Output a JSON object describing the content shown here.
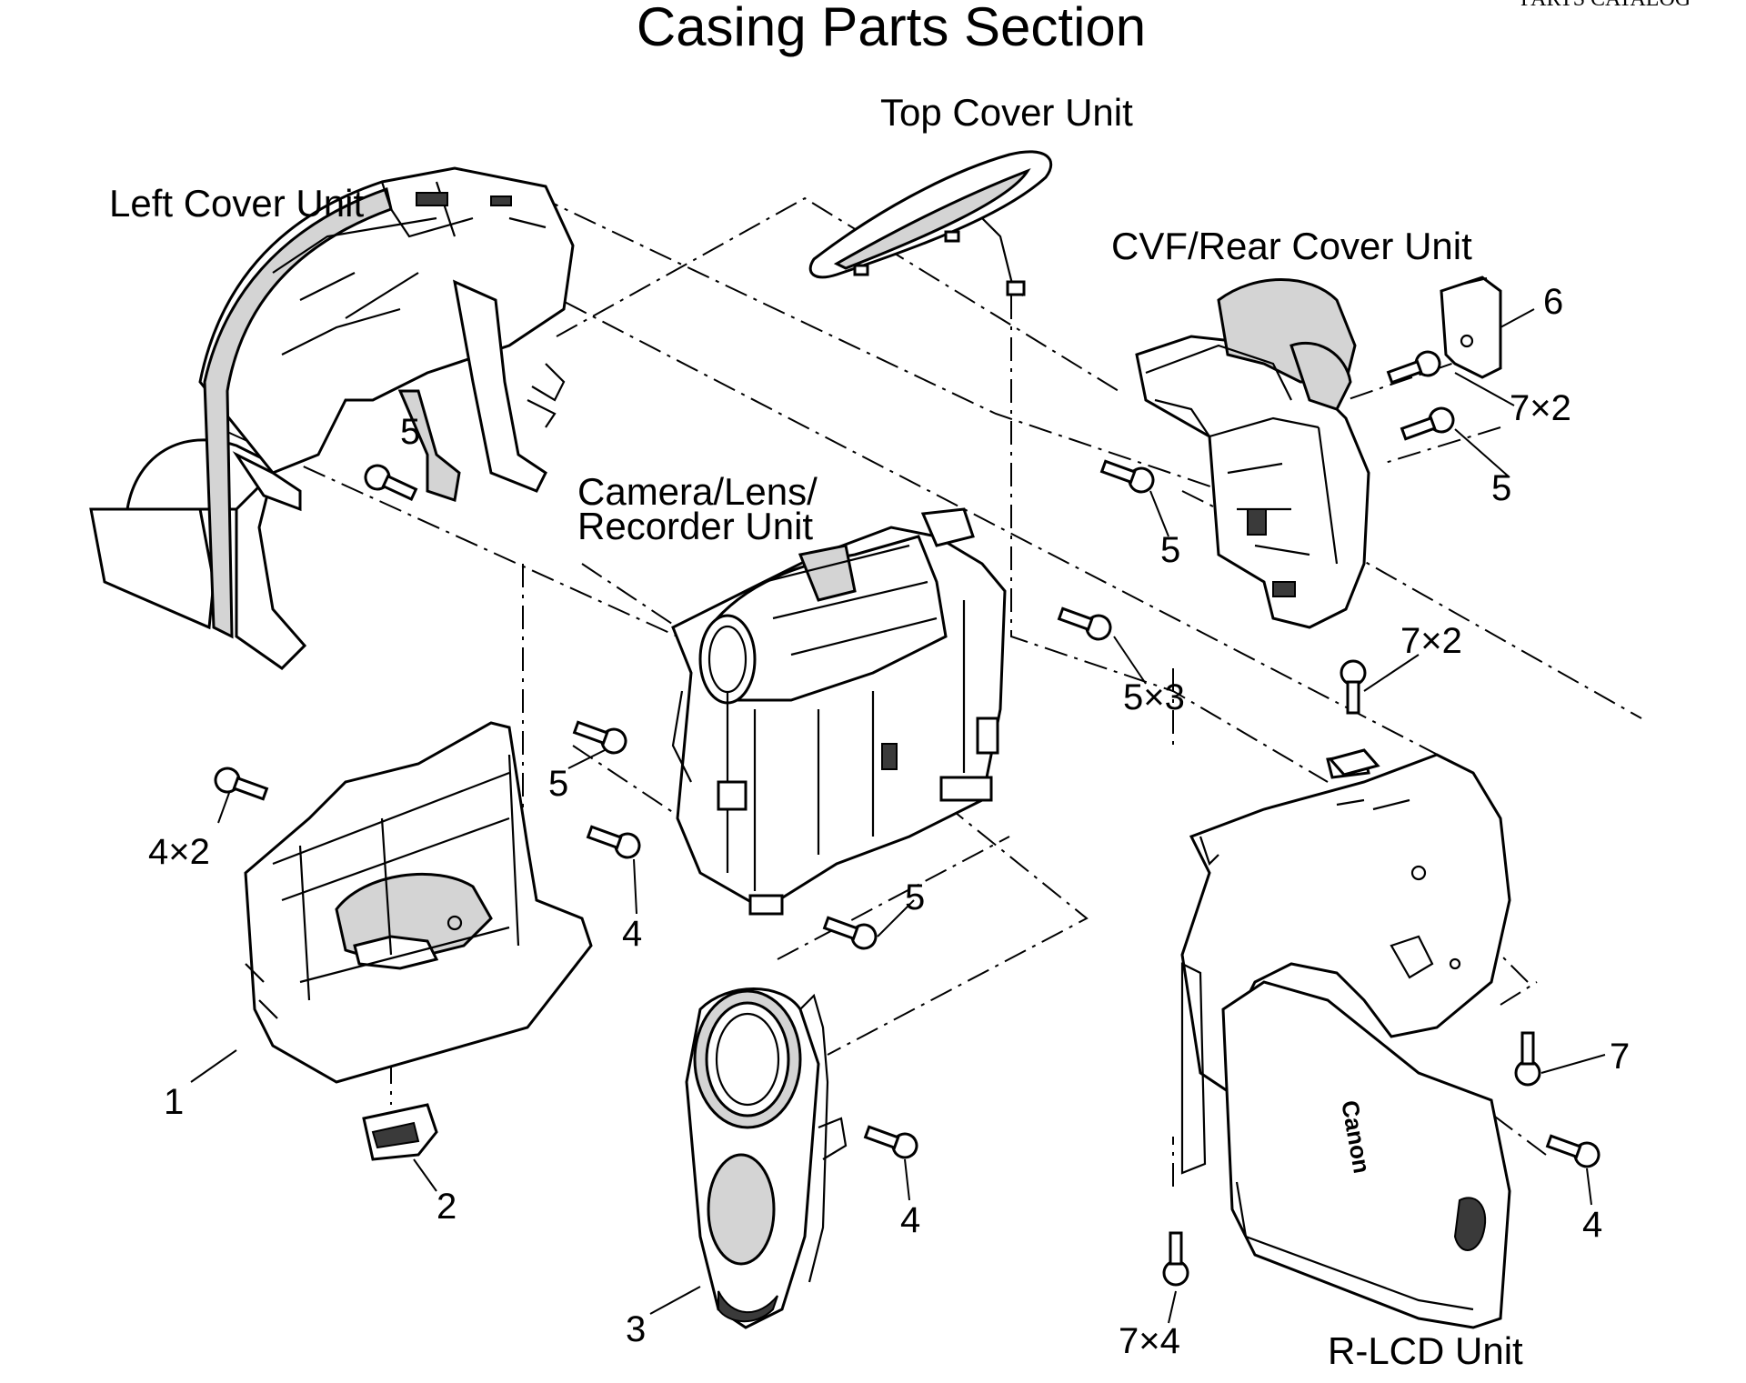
{
  "header_fragment": "PARTS CATALOG",
  "title": "Casing Parts Section",
  "units": {
    "top_cover": "Top Cover Unit",
    "left_cover": "Left Cover Unit",
    "cvf_rear": "CVF/Rear Cover Unit",
    "camera_lens_line1": "Camera/Lens/",
    "camera_lens_line2": "Recorder Unit",
    "r_lcd": "R-LCD Unit"
  },
  "brand_on_lcd": "Canon",
  "callouts": {
    "p1": "1",
    "p2": "2",
    "p3": "3",
    "p4_x2": "4×2",
    "p4_a": "4",
    "p4_b": "4",
    "p4_c": "4",
    "p5_a": "5",
    "p5_b": "5",
    "p5_c": "5",
    "p5_d": "5",
    "p5_e": "5",
    "p5_x3": "5×3",
    "p6": "6",
    "p7": "7",
    "p7_x2_a": "7×2",
    "p7_x2_b": "7×2",
    "p7_x4": "7×4"
  }
}
